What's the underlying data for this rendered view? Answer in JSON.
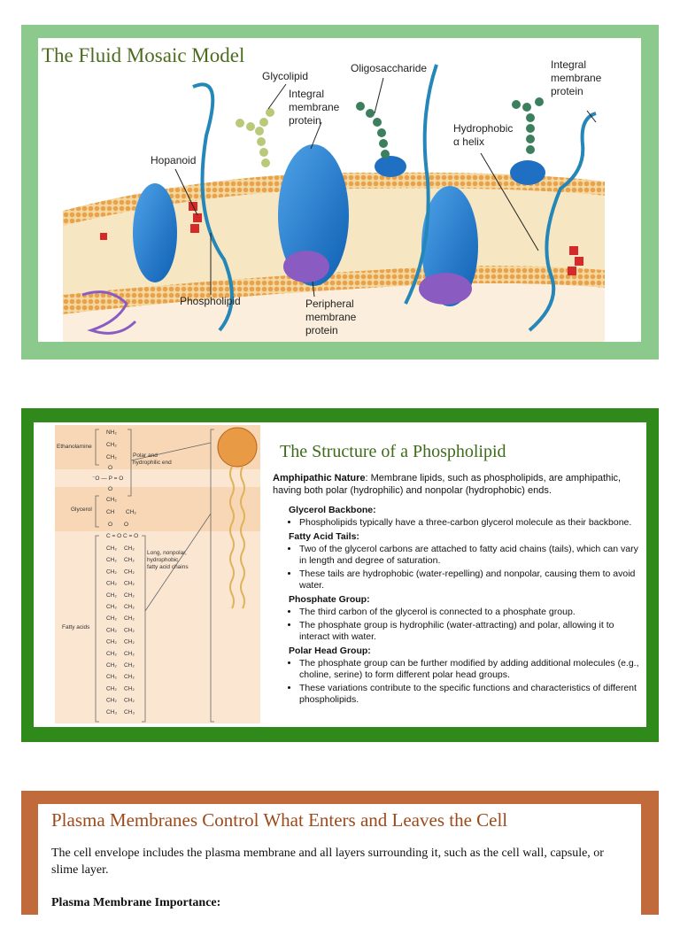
{
  "slide1": {
    "title": "The Fluid Mosaic Model",
    "labels": {
      "glycolipid": "Glycolipid",
      "integral1_l1": "Integral",
      "integral1_l2": "membrane",
      "integral1_l3": "protein",
      "oligosaccharide": "Oligosaccharide",
      "integral2_l1": "Integral",
      "integral2_l2": "membrane",
      "integral2_l3": "protein",
      "hydrophobic_l1": "Hydrophobic",
      "hydrophobic_l2": "α helix",
      "hopanoid": "Hopanoid",
      "phospholipid": "Phospholipid",
      "peripheral_l1": "Peripheral",
      "peripheral_l2": "membrane",
      "peripheral_l3": "protein"
    }
  },
  "slide2": {
    "title": "The Structure of a Phospholipid",
    "intro_bold": "Amphipathic Nature",
    "intro_text": ": Membrane lipids, such as phospholipids, are amphipathic, having both polar (hydrophilic) and nonpolar (hydrophobic) ends.",
    "sections": [
      {
        "heading": "Glycerol Backbone:",
        "bullets": [
          "Phospholipids typically have a three-carbon glycerol molecule as their backbone."
        ]
      },
      {
        "heading": "Fatty Acid Tails:",
        "bullets": [
          "Two of the glycerol carbons are attached to fatty acid chains (tails), which can vary in length and degree of saturation.",
          "These tails are hydrophobic (water-repelling) and nonpolar, causing them to avoid water."
        ]
      },
      {
        "heading": "Phosphate Group:",
        "bullets": [
          "The third carbon of the glycerol is connected to a phosphate group.",
          "The phosphate group is hydrophilic (water-attracting) and polar, allowing it to interact with water."
        ]
      },
      {
        "heading": "Polar Head Group:",
        "bullets": [
          "The phosphate group can be further modified by adding additional molecules (e.g., choline, serine) to form different polar head groups.",
          "These variations contribute to the specific functions and characteristics of different phospholipids."
        ]
      }
    ],
    "diagram": {
      "ethanolamine": "Ethanolamine",
      "glycerol": "Glycerol",
      "fatty_acids": "Fatty acids",
      "polar_l1": "Polar and",
      "polar_l2": "hydrophilic end",
      "nonpolar_l1": "Long, nonpolar,",
      "nonpolar_l2": "hydrophobic",
      "nonpolar_l3": "fatty acid chains",
      "nh2": "NH₂",
      "ch2": "CH₂",
      "ch": "CH",
      "ch3": "CH₃",
      "o": "O",
      "op": "⁻O — P = O",
      "co": "C = O  C = O"
    }
  },
  "slide3": {
    "title": "Plasma Membranes Control What Enters and Leaves the Cell",
    "intro": "The cell envelope includes the plasma membrane and all layers surrounding it, such as the cell wall, capsule, or slime layer.",
    "subheading": "Plasma Membrane Importance:"
  }
}
